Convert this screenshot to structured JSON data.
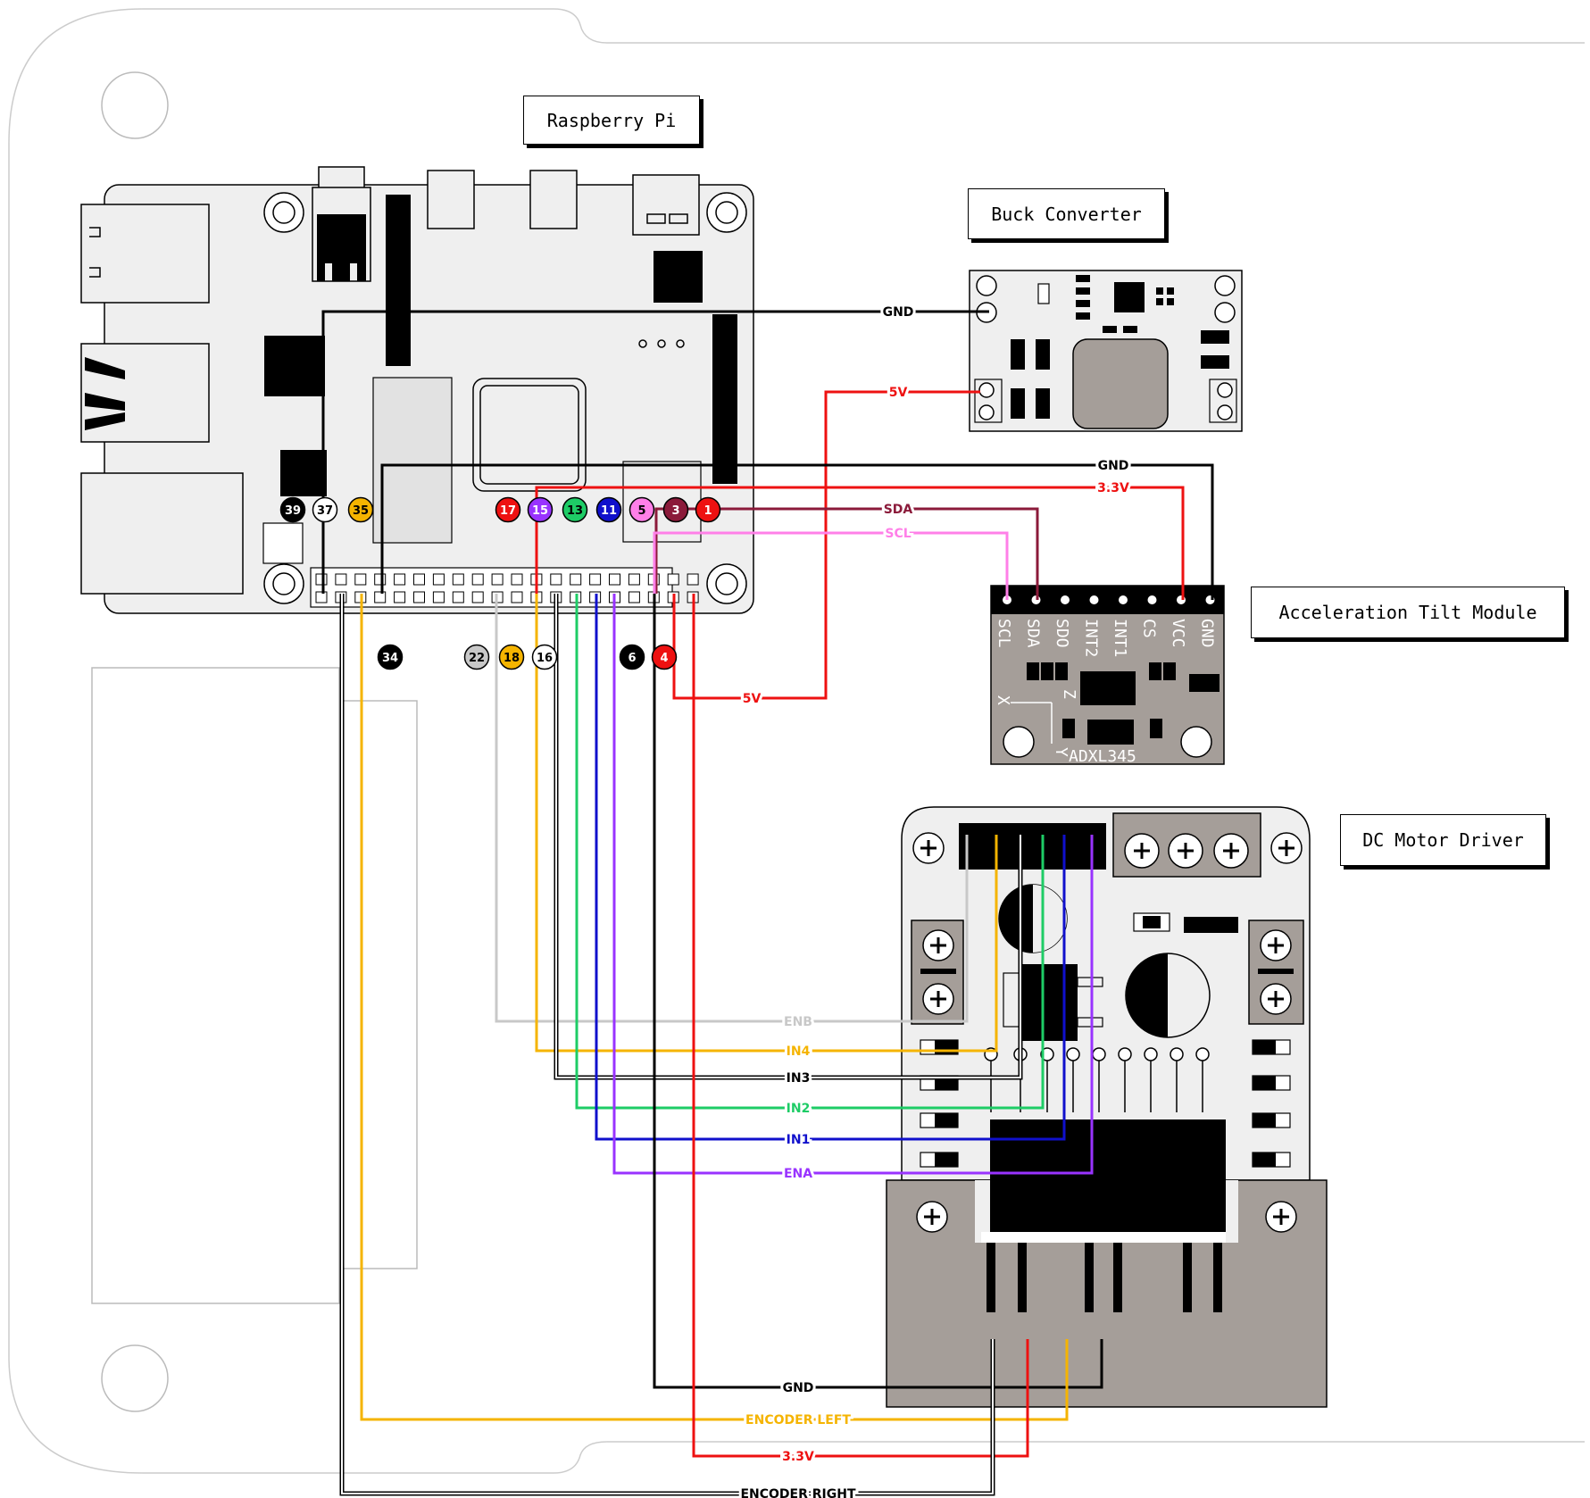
{
  "titles": {
    "raspberry_pi": "Raspberry Pi",
    "buck_converter": "Buck Converter",
    "accel_module": "Acceleration Tilt Module",
    "motor_driver": "DC Motor Driver"
  },
  "accel_pins": [
    "SCL",
    "SDA",
    "SDO",
    "INT2",
    "INT1",
    "CS",
    "VCC",
    "GND"
  ],
  "accel_chip": "ADXL345",
  "axes": {
    "x": "X",
    "y": "Y",
    "z": "Z"
  },
  "pins": {
    "p39": "39",
    "p37": "37",
    "p35": "35",
    "p17": "17",
    "p15": "15",
    "p13": "13",
    "p11": "11",
    "p5": "5",
    "p3": "3",
    "p1": "1",
    "p34": "34",
    "p22": "22",
    "p18": "18",
    "p16": "16",
    "p6": "6",
    "p4": "4"
  },
  "wires": {
    "gnd_buck": "GND",
    "v5_buck": "5V",
    "gnd_accel": "GND",
    "v33_accel": "3.3V",
    "sda": "SDA",
    "scl": "SCL",
    "v5_pi": "5V",
    "enb": "ENB",
    "in4": "IN4",
    "in3": "IN3",
    "in2": "IN2",
    "in1": "IN1",
    "ena": "ENA",
    "gnd_motor": "GND",
    "enc_left": "ENCODER LEFT",
    "v33_motor": "3.3V",
    "enc_right": "ENCODER RIGHT"
  },
  "colors": {
    "red": "#ee1111",
    "black": "#000000",
    "maroon": "#8b1a3a",
    "pink": "#ff7fe8",
    "gray": "#c8c8c8",
    "orange": "#f5b400",
    "green": "#1ecc66",
    "blue": "#1010cc",
    "purple": "#9933ff",
    "board": "#efefef",
    "module": "#a59e99"
  }
}
